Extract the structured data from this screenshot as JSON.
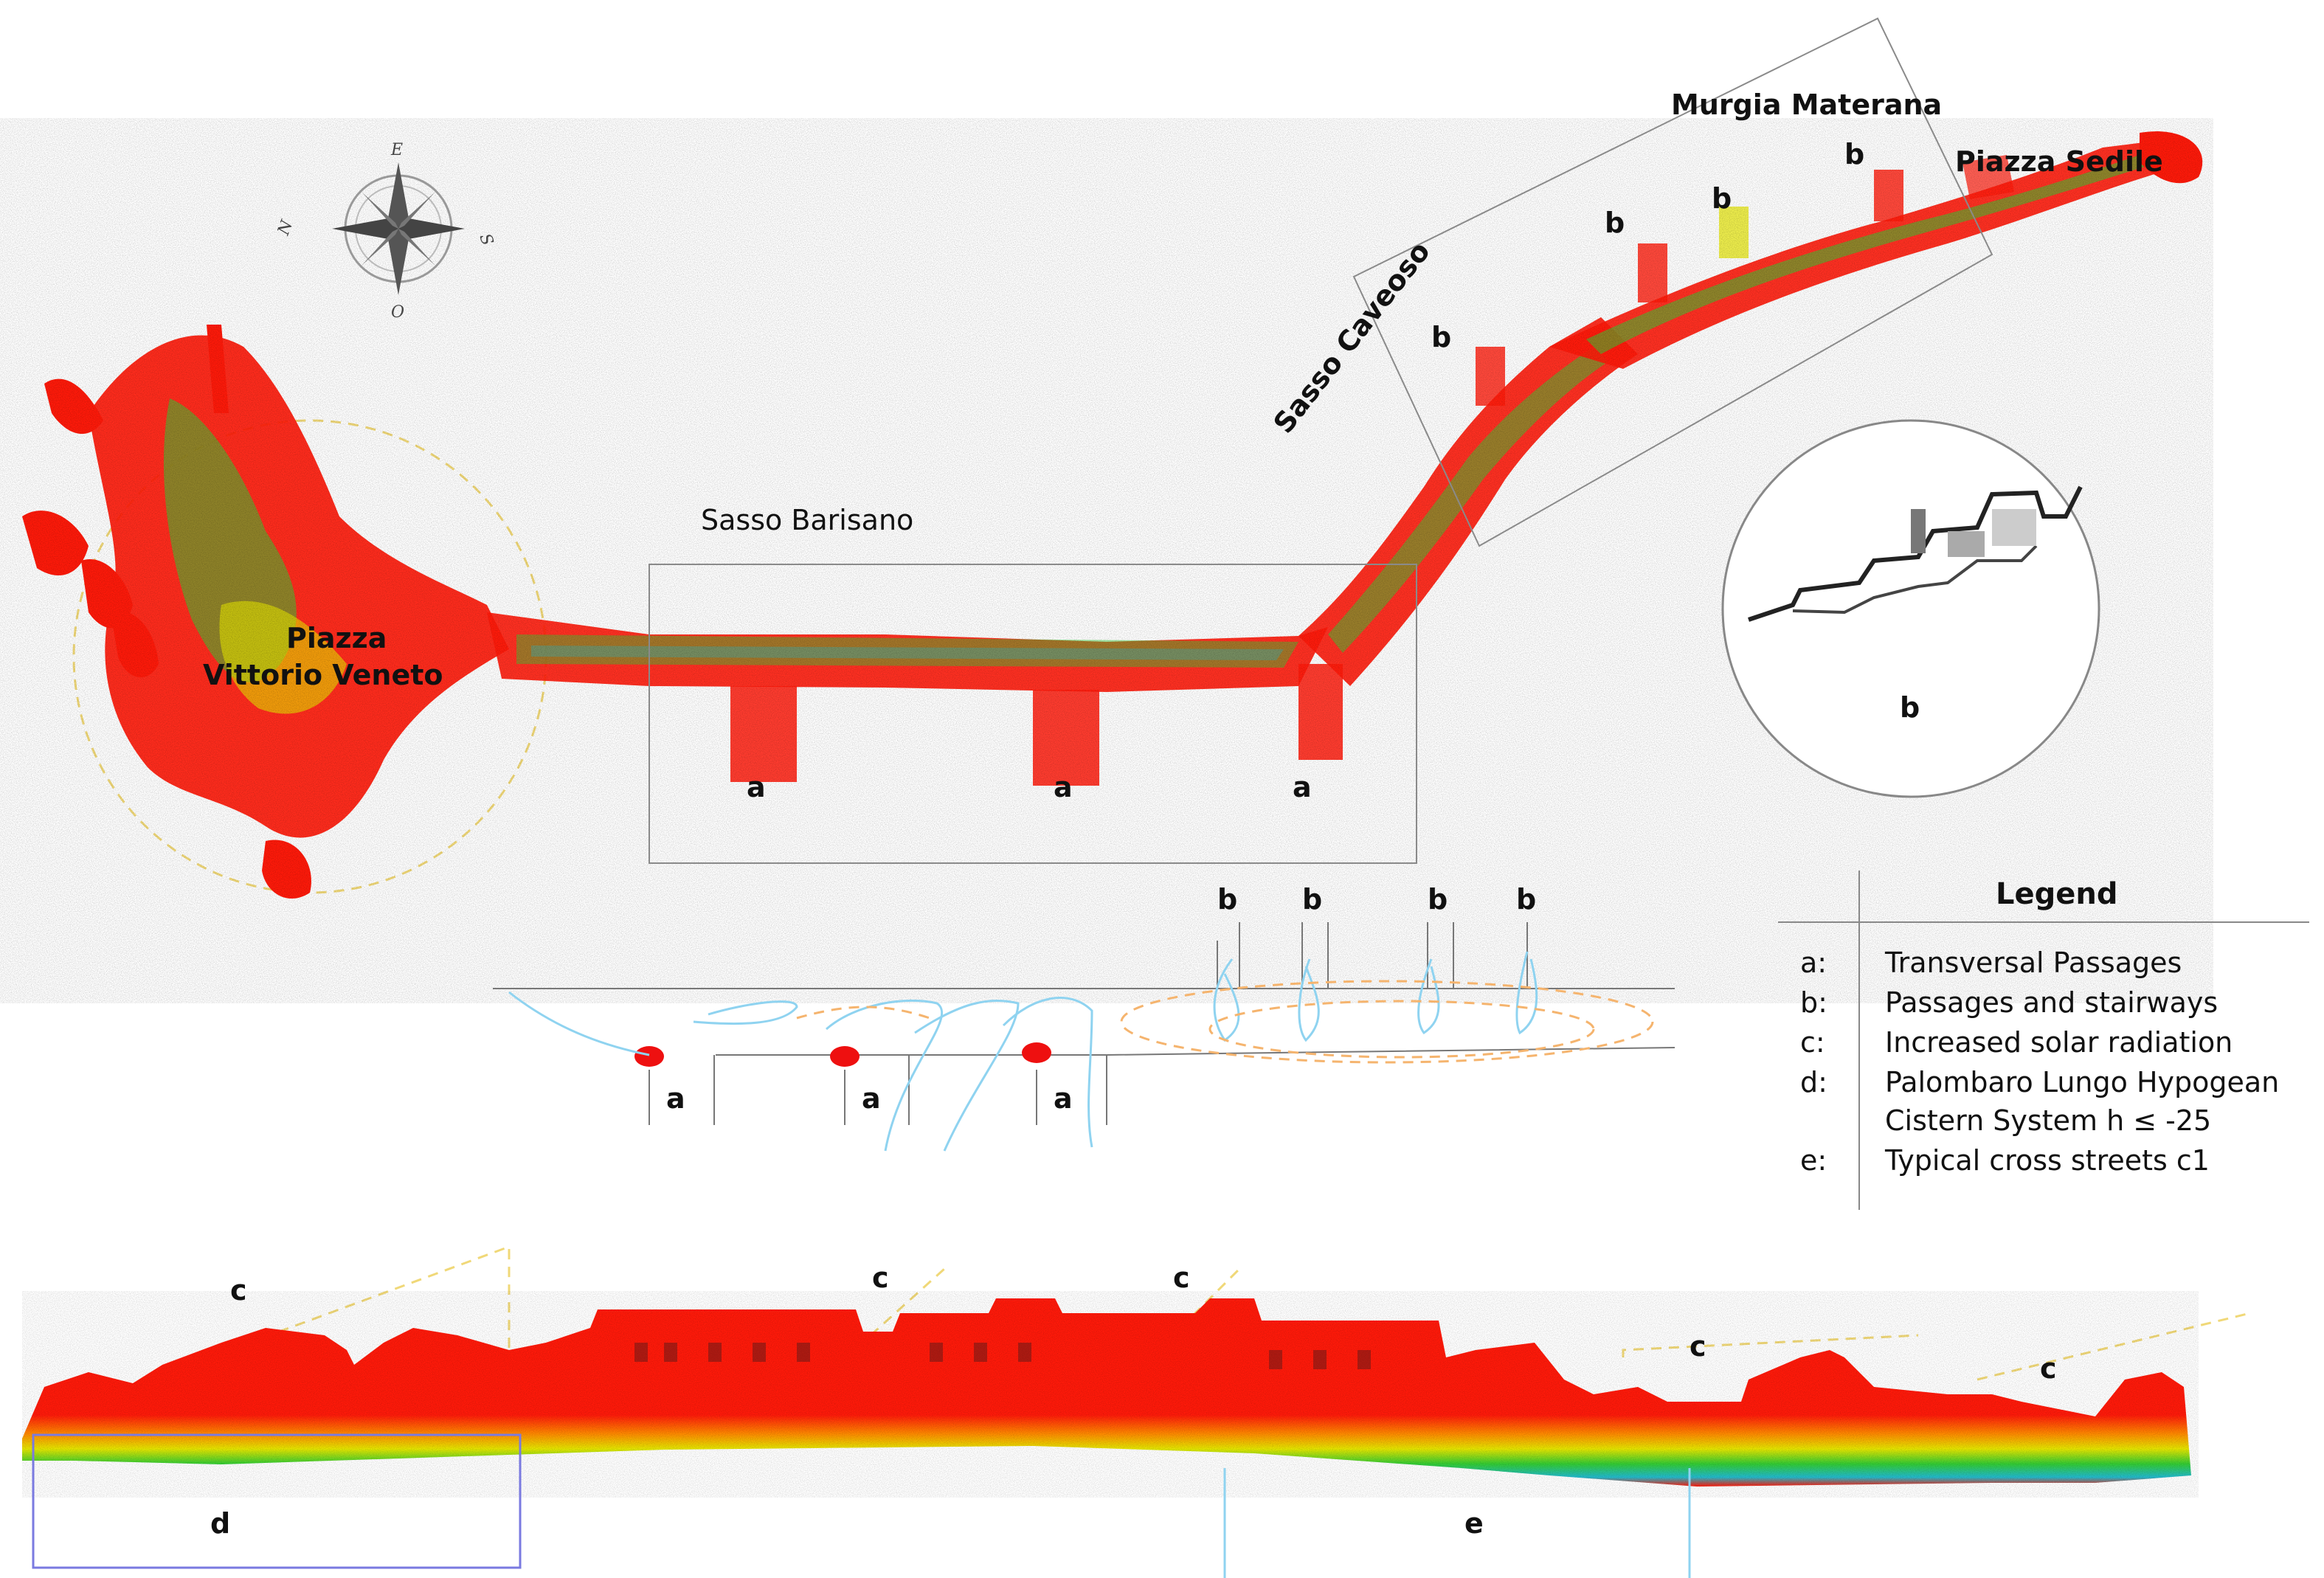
{
  "places": {
    "vittorio_line1": "Piazza",
    "vittorio_line2": "Vittorio Veneto",
    "barisano": "Sasso Barisano",
    "caveoso": "Sasso Caveoso",
    "murgia": "Murgia Materana",
    "sedile": "Piazza Sedile"
  },
  "compass": {
    "n": "N",
    "e": "E",
    "s": "S",
    "o": "O"
  },
  "markers": {
    "a": "a",
    "b": "b",
    "c": "c",
    "d": "d",
    "e": "e"
  },
  "legend": {
    "title": "Legend",
    "items": [
      {
        "key": "a:",
        "text": "Transversal Passages"
      },
      {
        "key": "b:",
        "text": "Passages and stairways"
      },
      {
        "key": "c:",
        "text": "Increased solar radiation"
      },
      {
        "key": "d:",
        "text": "Palombaro Lungo Hypogean",
        "text2": "Cistern System h ≤ -25"
      },
      {
        "key": "e:",
        "text": "Typical cross streets c1"
      }
    ]
  },
  "colors": {
    "point_red": "#ff1a0a",
    "point_orange": "#ff8a00",
    "point_yellow": "#e6e600",
    "point_green": "#33cc33",
    "point_cyan": "#22bbcc",
    "flow_blue": "#8fd3f0",
    "flow_orange": "#f5b46e",
    "dashed_yellow": "#f0d878",
    "cistern_box": "#7a7ae0",
    "frame_grey": "#8a8a8a"
  }
}
